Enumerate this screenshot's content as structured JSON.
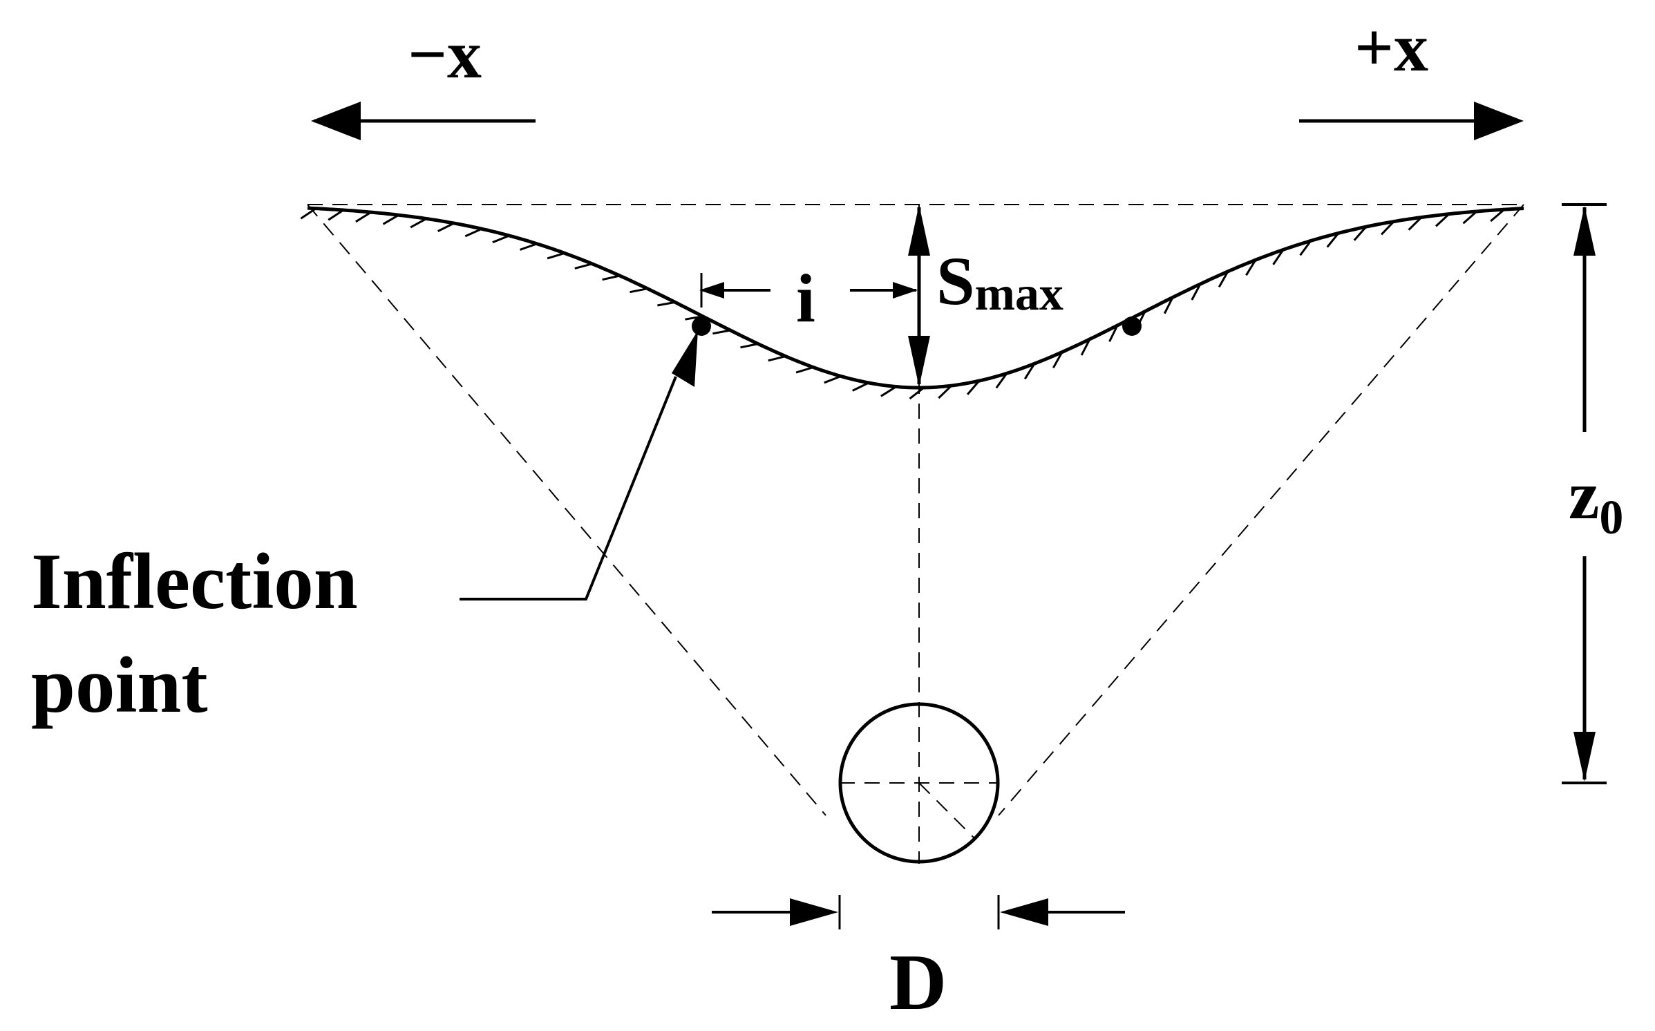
{
  "labels": {
    "neg_x": "−x",
    "pos_x": "+x",
    "i": "i",
    "s_main": "S",
    "s_sub": "max",
    "z_main": "z",
    "z_sub": "0",
    "inflection_line1": "Inflection",
    "inflection_line2": "point",
    "d": "D"
  },
  "colors": {
    "ink": "#000000",
    "background": "#ffffff"
  }
}
